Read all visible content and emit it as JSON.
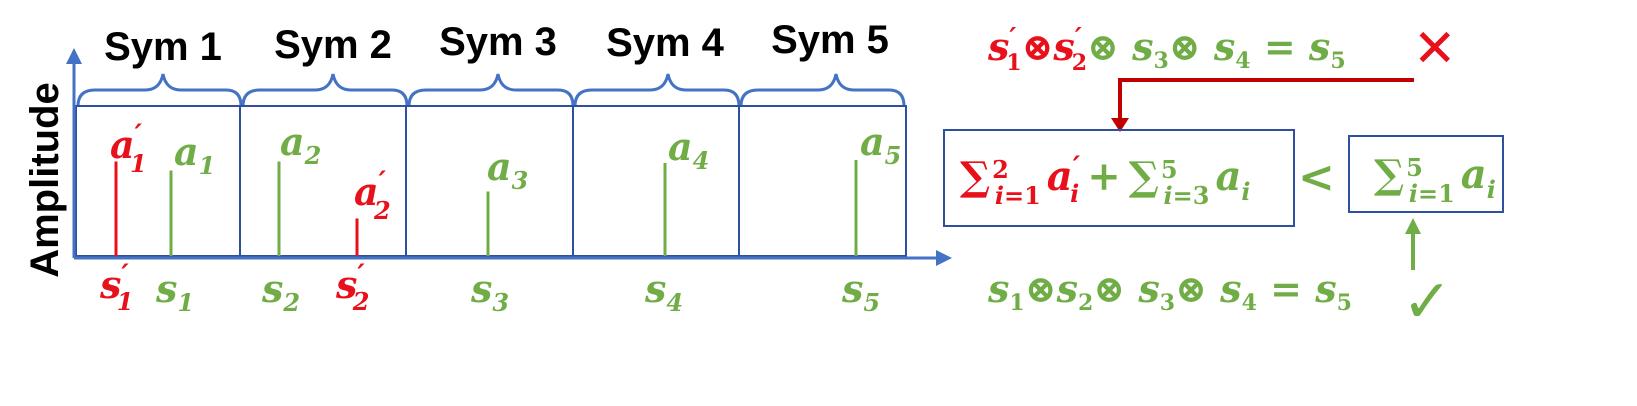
{
  "axis": {
    "ylabel": "Amplitude"
  },
  "symbols": [
    {
      "label": "Sym 1"
    },
    {
      "label": "Sym 2"
    },
    {
      "label": "Sym 3"
    },
    {
      "label": "Sym 4"
    },
    {
      "label": "Sym 5"
    }
  ],
  "spikes": [
    {
      "id": "a1p",
      "color": "red",
      "amp_label": "a",
      "amp_sub": "1",
      "prime": true,
      "pos_label": "s",
      "pos_sub": "1",
      "level": 0.63
    },
    {
      "id": "a1",
      "color": "green",
      "amp_label": "a",
      "amp_sub": "1",
      "prime": false,
      "pos_label": "s",
      "pos_sub": "1",
      "level": 0.57
    },
    {
      "id": "a2",
      "color": "green",
      "amp_label": "a",
      "amp_sub": "2",
      "prime": false,
      "pos_label": "s",
      "pos_sub": "2",
      "level": 0.63
    },
    {
      "id": "a2p",
      "color": "red",
      "amp_label": "a",
      "amp_sub": "2",
      "prime": true,
      "pos_label": "s",
      "pos_sub": "2",
      "level": 0.25
    },
    {
      "id": "a3",
      "color": "green",
      "amp_label": "a",
      "amp_sub": "3",
      "prime": false,
      "pos_label": "s",
      "pos_sub": "3",
      "level": 0.43
    },
    {
      "id": "a4",
      "color": "green",
      "amp_label": "a",
      "amp_sub": "4",
      "prime": false,
      "pos_label": "s",
      "pos_sub": "4",
      "level": 0.62
    },
    {
      "id": "a5",
      "color": "green",
      "amp_label": "a",
      "amp_sub": "5",
      "prime": false,
      "pos_label": "s",
      "pos_sub": "5",
      "level": 0.64
    }
  ],
  "equations": {
    "wrong": {
      "text": "s′₁⊗s′₂⊗ s₃⊗ s₄ = s₅",
      "mark": "✕"
    },
    "right": {
      "text": "s₁⊗s₂⊗ s₃⊗ s₄ = s₅",
      "mark": "✓"
    },
    "inequality": {
      "left": "Σ²ᵢ₌₁ a′ᵢ + Σ⁵ᵢ₌₃ aᵢ",
      "op": "<",
      "right": "Σ⁵ᵢ₌₁ aᵢ"
    }
  },
  "colors": {
    "red": "#e8101a",
    "green": "#70ad47",
    "blue": "#4472c4",
    "darkblue": "#2f4f9f",
    "arrow_red": "#c00000"
  }
}
